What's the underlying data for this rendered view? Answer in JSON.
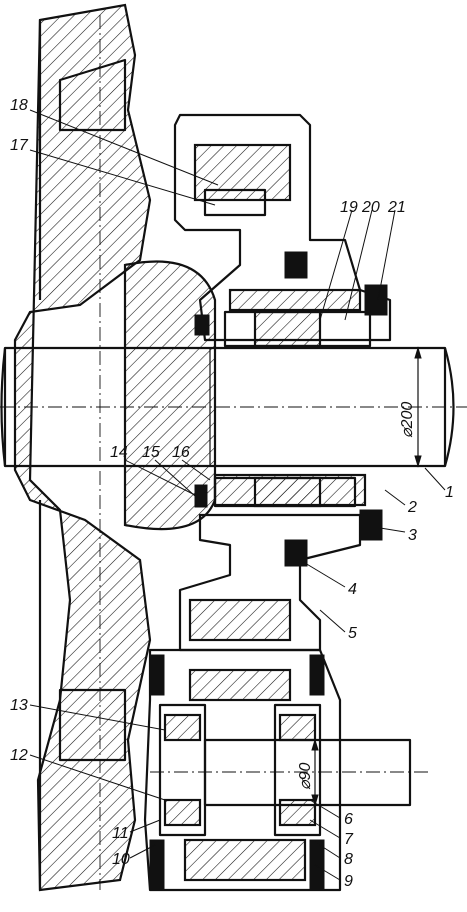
{
  "labels": {
    "n1": "1",
    "n2": "2",
    "n3": "3",
    "n4": "4",
    "n5": "5",
    "n6": "6",
    "n7": "7",
    "n8": "8",
    "n9": "9",
    "n10": "10",
    "n11": "11",
    "n12": "12",
    "n13": "13",
    "n14": "14",
    "n15": "15",
    "n16": "16",
    "n17": "17",
    "n18": "18",
    "n19": "19",
    "n20": "20",
    "n21": "21"
  },
  "dimensions": {
    "axle_diameter": "⌀200",
    "pinion_shaft_diameter": "⌀90"
  }
}
